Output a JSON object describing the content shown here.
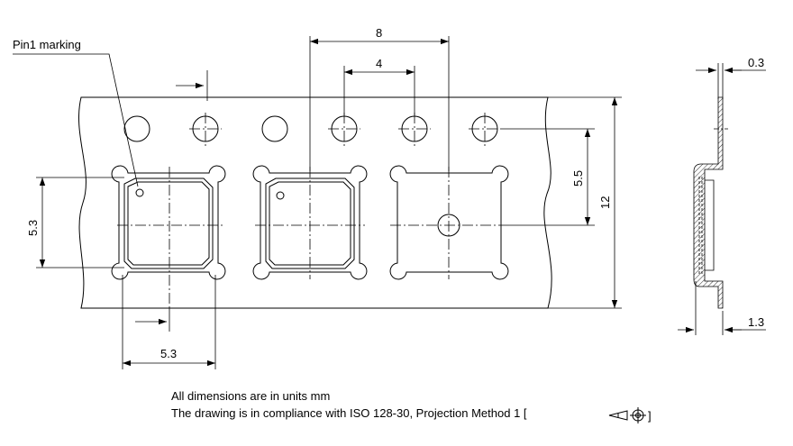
{
  "diagram": {
    "callout_pin1": "Pin1 marking",
    "dim_pitch": "8",
    "dim_hole_pitch": "4",
    "dim_hole_to_center": "5.5",
    "dim_tape_width": "12",
    "dim_pocket_height": "5.3",
    "dim_pocket_width": "5.3",
    "dim_thickness": "0.3",
    "dim_depth": "1.3"
  },
  "notes": {
    "units": "All dimensions are in units mm",
    "compliance": "The drawing is in compliance with ISO 128-30, Projection Method 1 ["
  },
  "colors": {
    "line": "#000000",
    "background": "#ffffff"
  }
}
